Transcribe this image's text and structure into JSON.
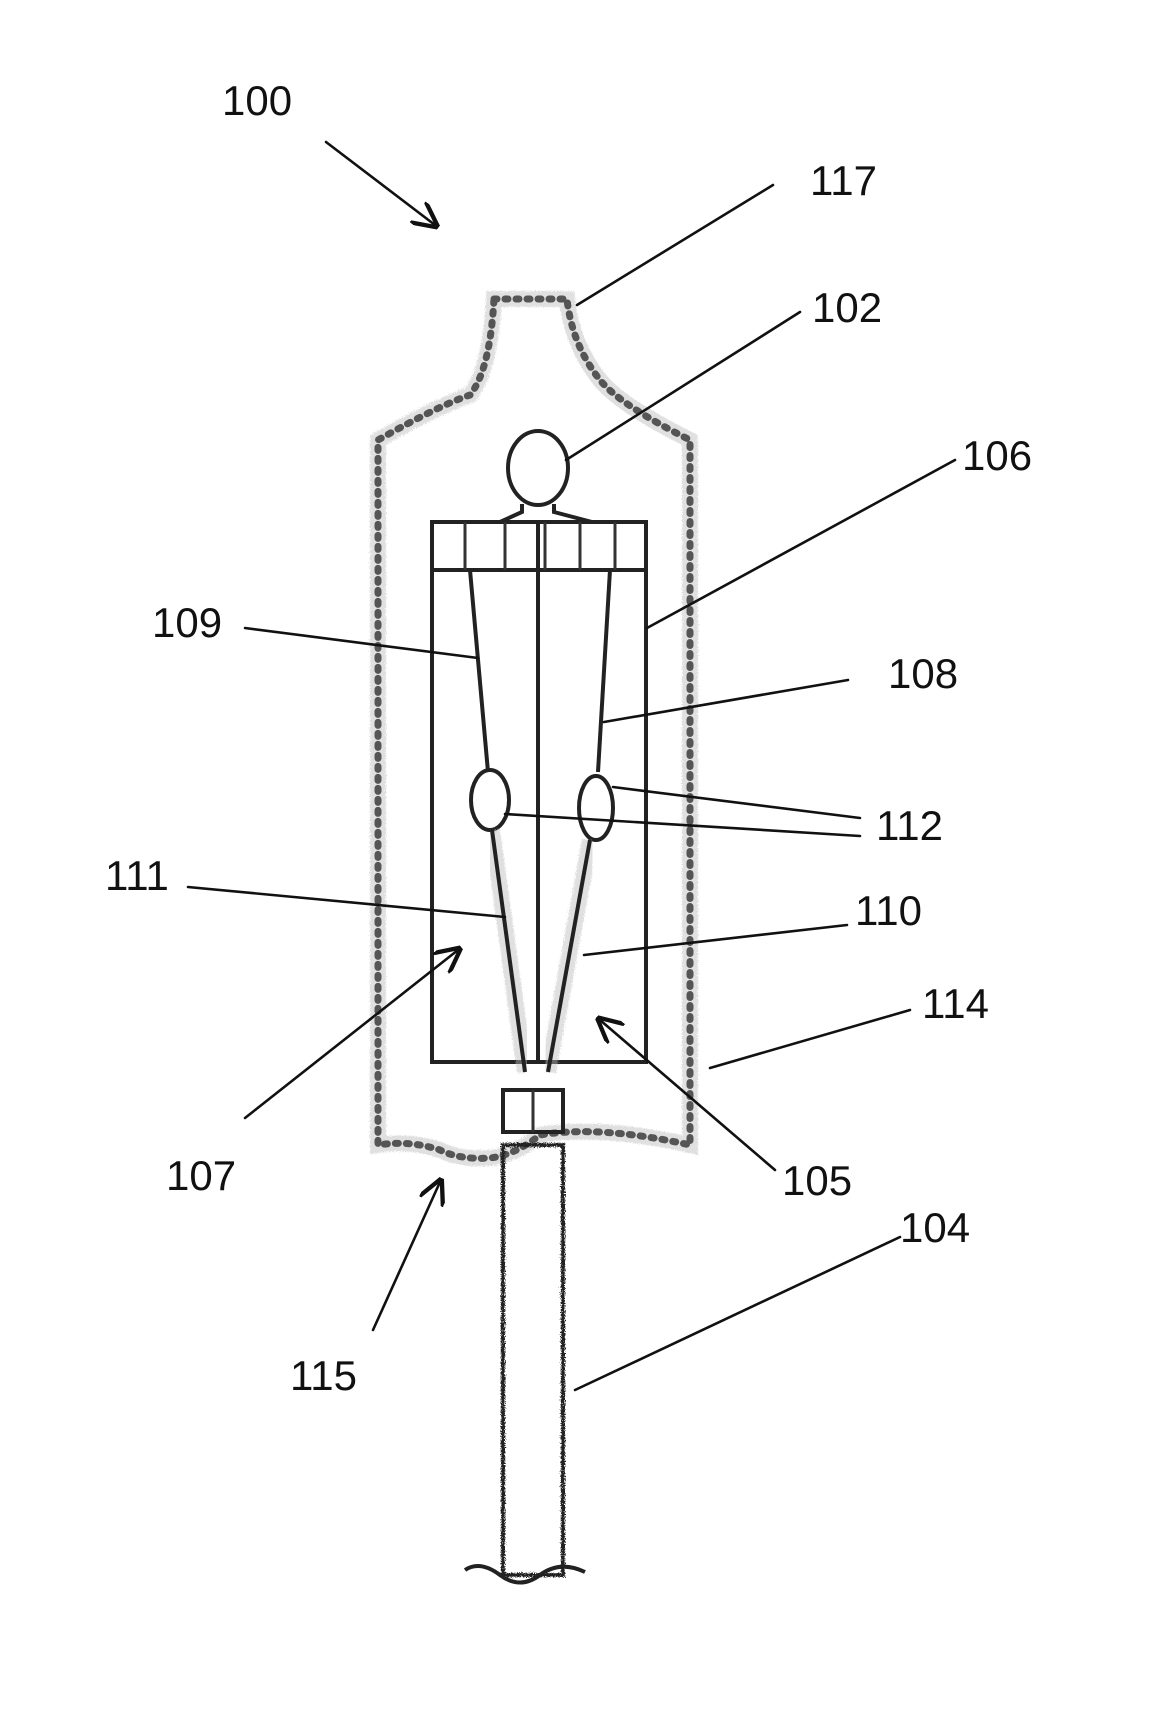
{
  "figure": {
    "labels": {
      "l100": "100",
      "l117": "117",
      "l102": "102",
      "l106": "106",
      "l109": "109",
      "l108": "108",
      "l112": "112",
      "l111": "111",
      "l110": "110",
      "l114": "114",
      "l107": "107",
      "l105": "105",
      "l104": "104",
      "l115": "115"
    }
  }
}
